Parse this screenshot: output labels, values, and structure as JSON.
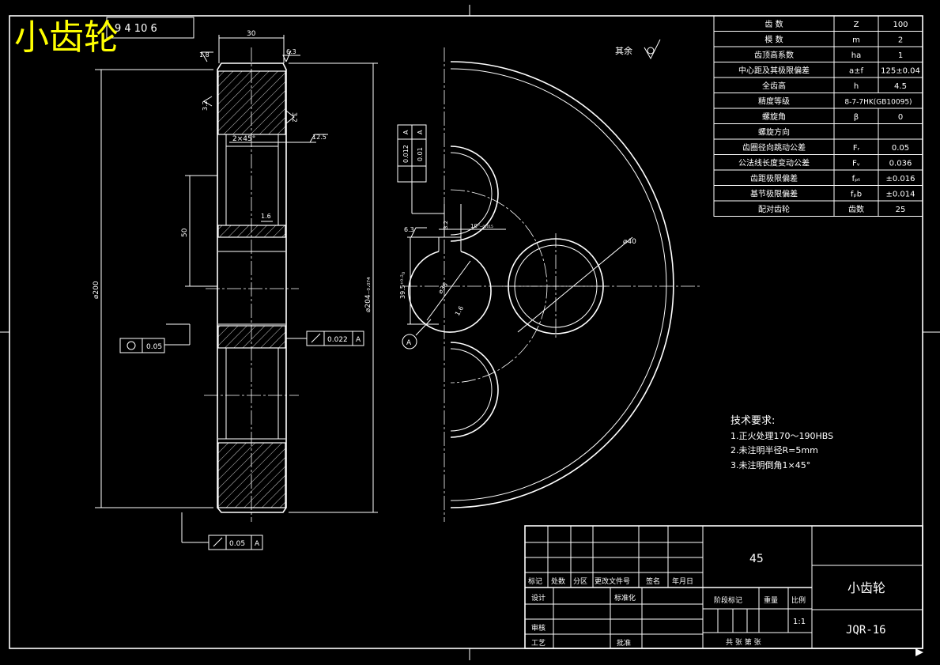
{
  "watermark": "小齿轮",
  "corner_label": "9 4 10 6",
  "roughness_other": "其余",
  "dimensions": {
    "width_30": "30",
    "dim_50": "50",
    "dia_200": "⌀200",
    "dia_204": "⌀204₋₀.₀₇₄",
    "chamfer": "2×45°",
    "r63_left": "6.3",
    "r18": "1.8",
    "r32_left": "3.2",
    "r32_right": "3.2",
    "r125": "12.5",
    "r16_mid": "1.6",
    "bore_39": "39.5⁺⁰·²₀",
    "bore_dia": "⌀36",
    "hole_dia": "⌀40",
    "keyway": "10⁰₋₀.₀₁₅",
    "r63_key": "6.3",
    "r32_key": "3.2",
    "r16_bore": "1.6"
  },
  "tolerances": {
    "runout_left": "0.05",
    "runout_right": "0.022",
    "runout_right_ref": "A",
    "runout_bottom": "0.05",
    "runout_bottom_ref": "A",
    "parallel": "0.012",
    "parallel_ref": "A",
    "symmetry": "0.01",
    "symmetry_ref": "A",
    "datum": "A"
  },
  "gear_table": [
    {
      "name": "齿 数",
      "sym": "Z",
      "val": "100"
    },
    {
      "name": "模 数",
      "sym": "m",
      "val": "2"
    },
    {
      "name": "齿顶高系数",
      "sym": "ha",
      "val": "1"
    },
    {
      "name": "中心距及其极限偏差",
      "sym": "a±f",
      "val": "125±0.04"
    },
    {
      "name": "全齿高",
      "sym": "h",
      "val": "4.5"
    },
    {
      "name": "精度等级",
      "sym": "8-7-7HK(GB10095)",
      "val": ""
    },
    {
      "name": "螺旋角",
      "sym": "β",
      "val": "0"
    },
    {
      "name": "螺旋方向",
      "sym": "",
      "val": ""
    },
    {
      "name": "齿圈径向跳动公差",
      "sym": "Fᵣ",
      "val": "0.05"
    },
    {
      "name": "公法线长度变动公差",
      "sym": "Fᵥ",
      "val": "0.036"
    },
    {
      "name": "齿距极限偏差",
      "sym": "fₚₜ",
      "val": "±0.016"
    },
    {
      "name": "基节极限偏差",
      "sym": "fₚb",
      "val": "±0.014"
    },
    {
      "name": "配对齿轮",
      "sym": "齿数",
      "val": "25"
    }
  ],
  "tech_req": {
    "title": "技术要求:",
    "items": [
      "1.正火处理170～190HBS",
      "2.未注明半径R=5mm",
      "3.未注明倒角1×45°"
    ]
  },
  "title_block": {
    "material": "45",
    "part_name": "小齿轮",
    "drawing_no": "JQR-16",
    "scale": "1:1",
    "h_mark": "标记",
    "h_count": "处数",
    "h_zone": "分区",
    "h_doc": "更改文件号",
    "h_sign": "签名",
    "h_date": "年月日",
    "design": "设计",
    "standard": "标准化",
    "review": "审核",
    "process": "工艺",
    "approve": "批准",
    "stage": "阶段标记",
    "weight": "重量",
    "ratio": "比例",
    "sheets": "共 张 第 张"
  }
}
